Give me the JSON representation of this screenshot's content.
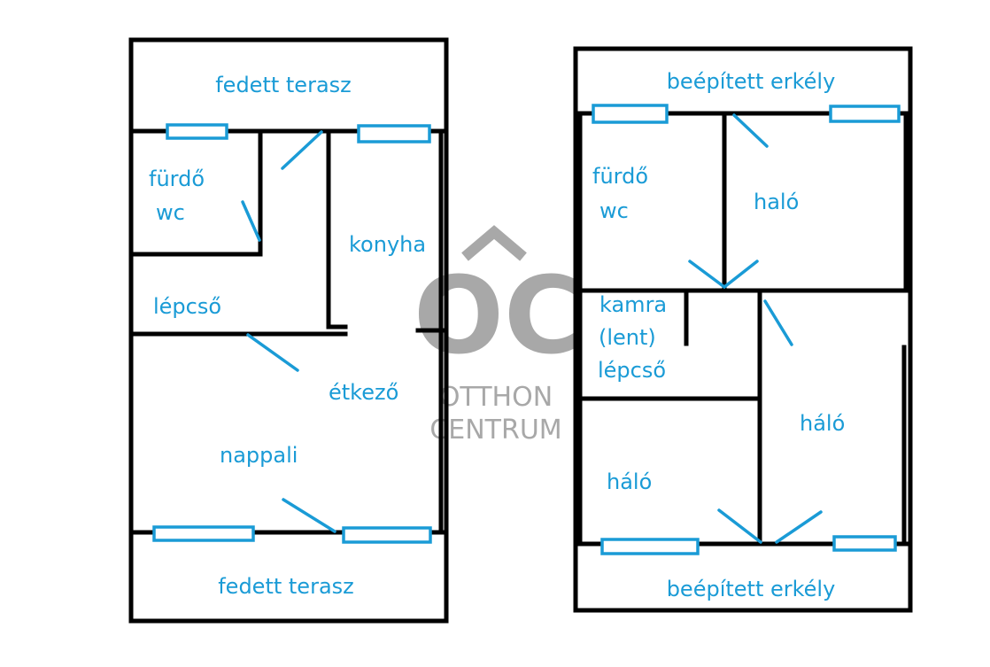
{
  "colors": {
    "walls": "#000000",
    "labels_and_openings": "#1a9bd6",
    "watermark": "#a8a8a8"
  },
  "watermark": {
    "logo_text": "OC",
    "line1": "OTTHON",
    "line2": "CENTRUM"
  },
  "floor_left": {
    "rooms": {
      "terrace_top": "fedett terasz",
      "bathroom": "fürdő",
      "wc": "wc",
      "kitchen": "konyha",
      "stairs": "lépcső",
      "dining": "étkező",
      "living": "nappali",
      "terrace_bottom": "fedett terasz"
    }
  },
  "floor_right": {
    "rooms": {
      "balcony_top": "beépített erkély",
      "bathroom": "fürdő",
      "wc": "wc",
      "bedroom_top": "haló",
      "pantry": "kamra",
      "pantry_note": "(lent)",
      "stairs": "lépcső",
      "bedroom_right": "háló",
      "bedroom_left": "háló",
      "balcony_bottom": "beépített erkély"
    }
  }
}
